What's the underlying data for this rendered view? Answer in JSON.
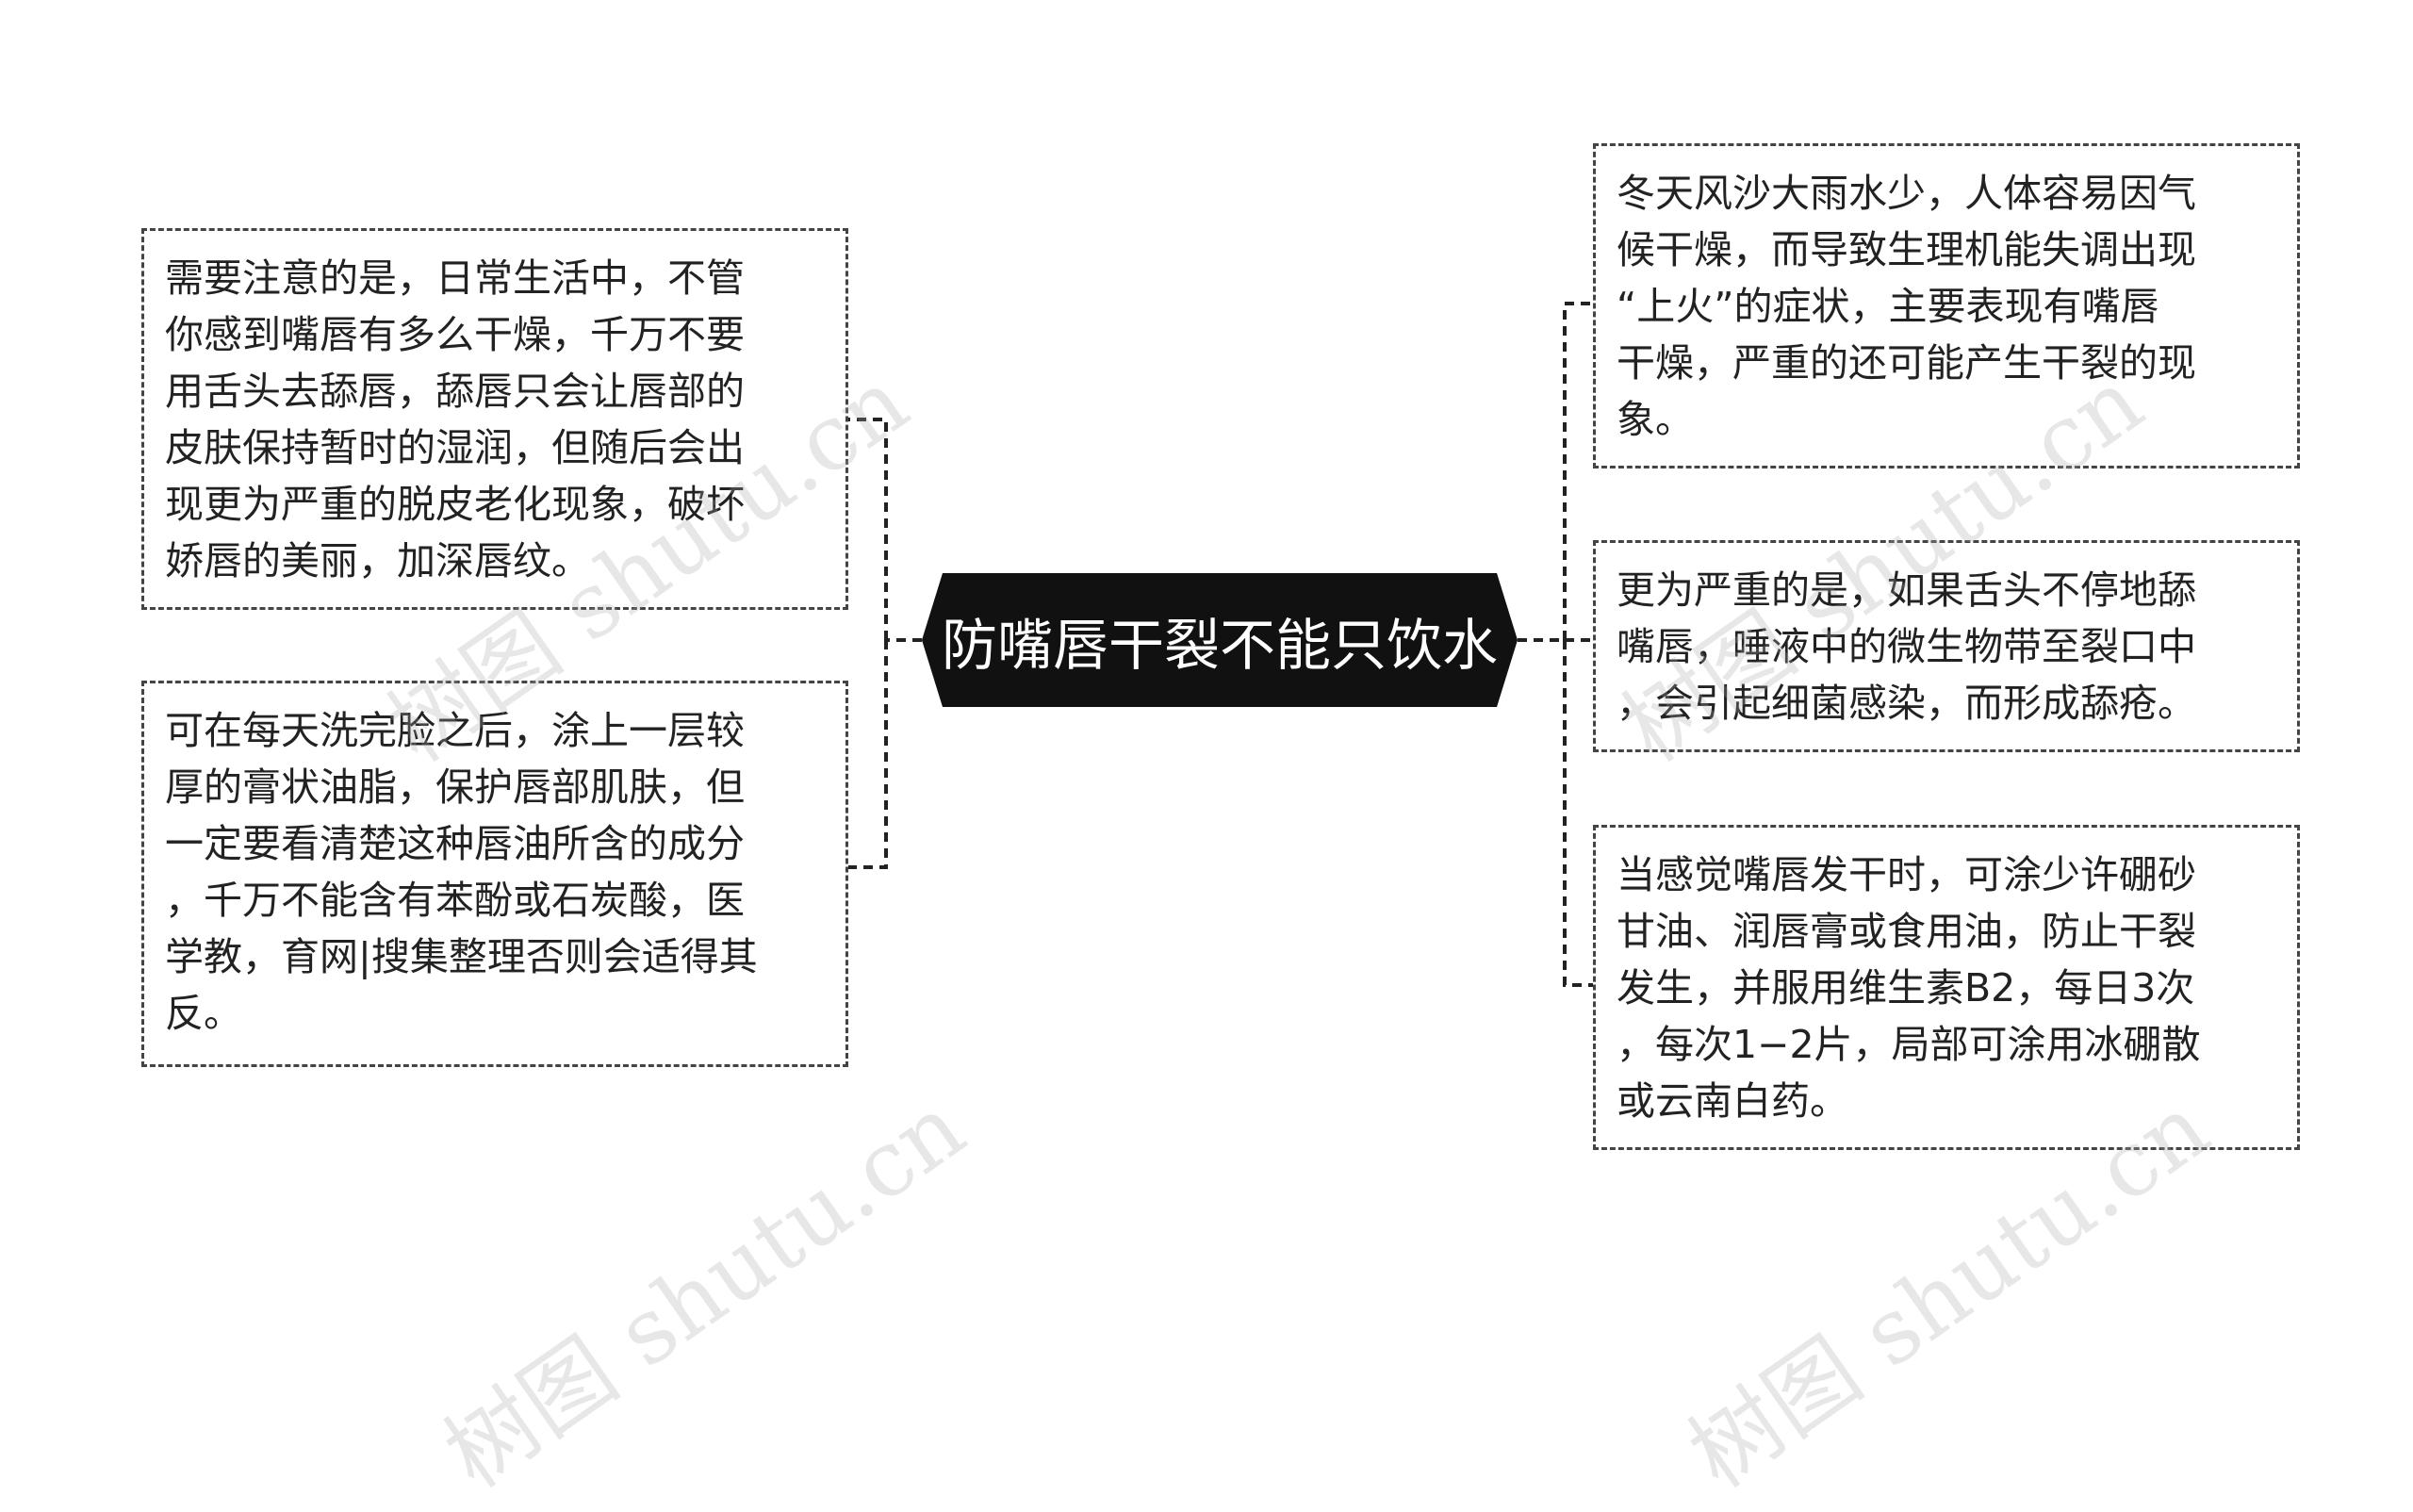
{
  "center": {
    "title": "防嘴唇干裂不能只饮水"
  },
  "left": [
    {
      "text": "需要注意的是，日常生活中，不管\n你感到嘴唇有多么干燥，千万不要\n用舌头去舔唇，舔唇只会让唇部的\n皮肤保持暂时的湿润，但随后会出\n现更为严重的脱皮老化现象，破坏\n娇唇的美丽，加深唇纹。"
    },
    {
      "text": "可在每天洗完脸之后，涂上一层较\n厚的膏状油脂，保护唇部肌肤，但\n一定要看清楚这种唇油所含的成分\n，千万不能含有苯酚或石炭酸，医\n学教，育网|搜集整理否则会适得其\n反。"
    }
  ],
  "right": [
    {
      "text": "冬天风沙大雨水少，人体容易因气\n候干燥，而导致生理机能失调出现\n“上火”的症状，主要表现有嘴唇\n干燥，严重的还可能产生干裂的现\n象。"
    },
    {
      "text": "更为严重的是，如果舌头不停地舔\n嘴唇，唾液中的微生物带至裂口中\n，会引起细菌感染，而形成舔疮。"
    },
    {
      "text": "当感觉嘴唇发干时，可涂少许硼砂\n甘油、润唇膏或食用油，防止干裂\n发生，并服用维生素B2，每日3次\n，每次1−2片，局部可涂用冰硼散\n或云南白药。"
    }
  ],
  "watermark": {
    "text": "树图 shutu.cn"
  },
  "colors": {
    "center_fill": "#111111",
    "center_text": "#ffffff",
    "border": "#444444",
    "connector": "#222222"
  }
}
